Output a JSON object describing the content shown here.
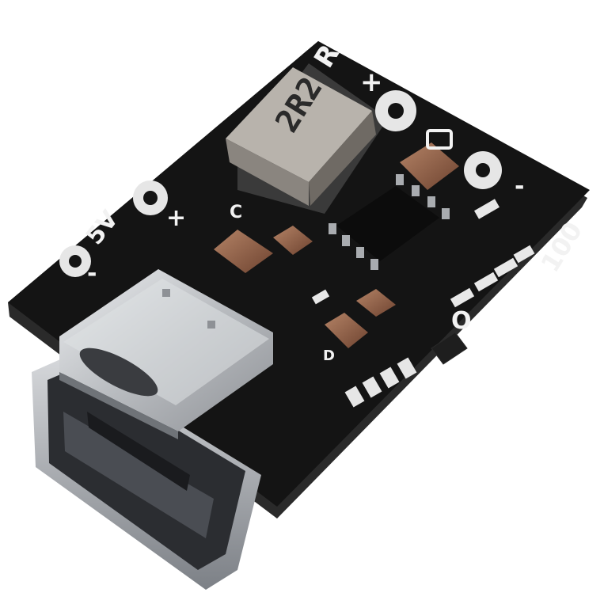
{
  "photo": {
    "subject": "USB-C lithium battery charge and boost module PCB with USB-A output",
    "board_color": "#141414",
    "silkscreen_color": "#f2f2f2",
    "metal_color": "#c9cbce"
  },
  "silkscreen": {
    "label_5v": "5V",
    "plus_left": "+",
    "minus_left": "-",
    "plus_right": "+",
    "minus_right": "-",
    "inductor_code": "2R2",
    "label_r": "R",
    "label_100": "100",
    "label_o": "O",
    "label_c": "C",
    "label_d": "D"
  }
}
